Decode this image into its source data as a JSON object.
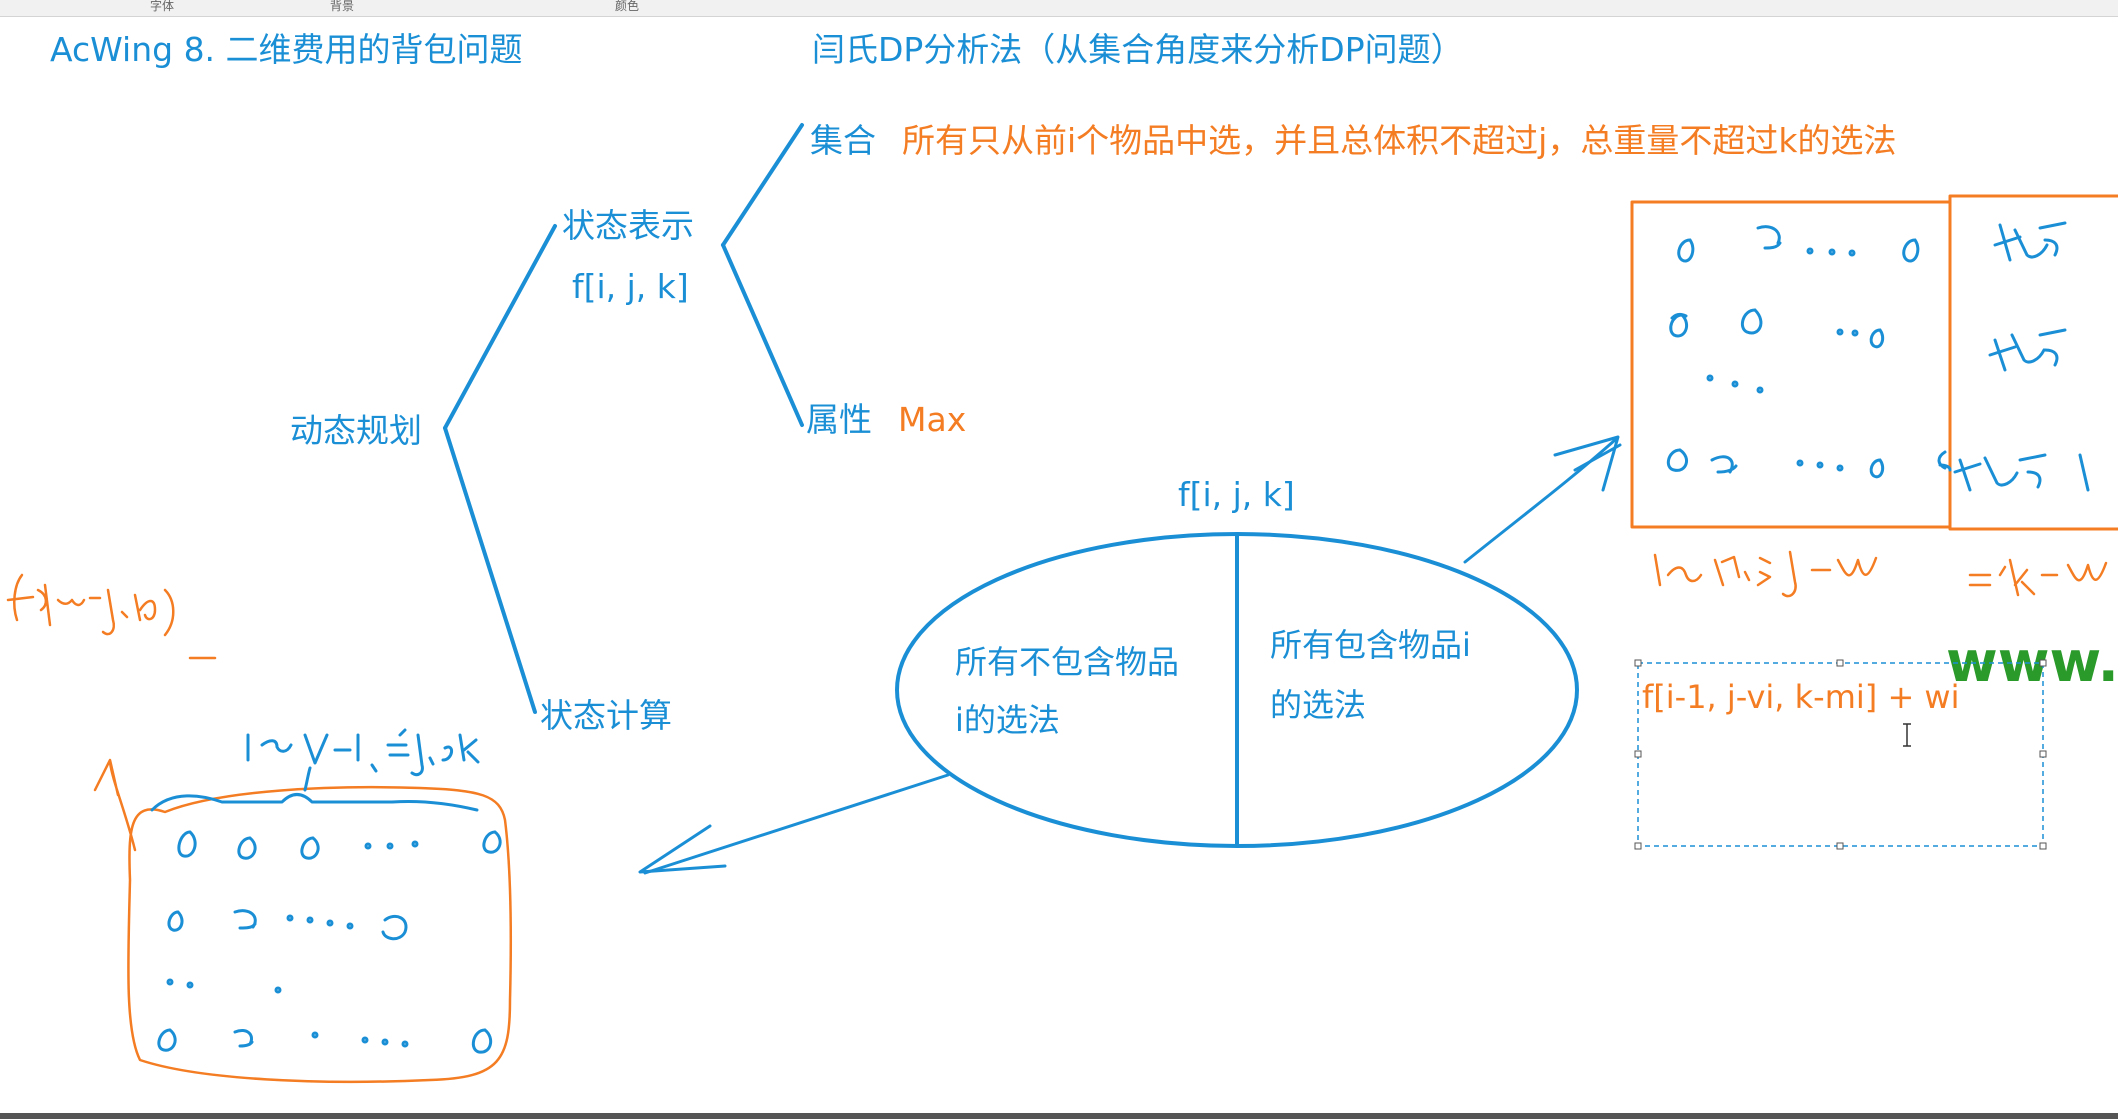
{
  "toolbar": {
    "labels": [
      "字体",
      "背景",
      "颜色"
    ]
  },
  "header": {
    "title": "AcWing 8. 二维费用的背包问题",
    "subtitle": "闫氏DP分析法（从集合角度来分析DP问题）"
  },
  "tree": {
    "root": "动态规划",
    "state_repr": "状态表示",
    "state_repr_formula": "f[i, j, k]",
    "set_label": "集合",
    "set_desc": "所有只从前i个物品中选，并且总体积不超过j，总重量不超过k的选法",
    "attr_label": "属性",
    "attr_value": "Max",
    "state_calc": "状态计算"
  },
  "ellipse": {
    "label": "f[i, j, k]",
    "left_line1": "所有不包含物品",
    "left_line2": "i的选法",
    "right_line1": "所有包含物品i",
    "right_line2": "的选法"
  },
  "formula_box": {
    "text": "f[i-1, j-vi, k-mi] + wi"
  },
  "watermark": {
    "text": "www.a"
  },
  "colors": {
    "blue": "#1b8fd6",
    "orange": "#f47c22",
    "green": "#2a9a2a"
  }
}
